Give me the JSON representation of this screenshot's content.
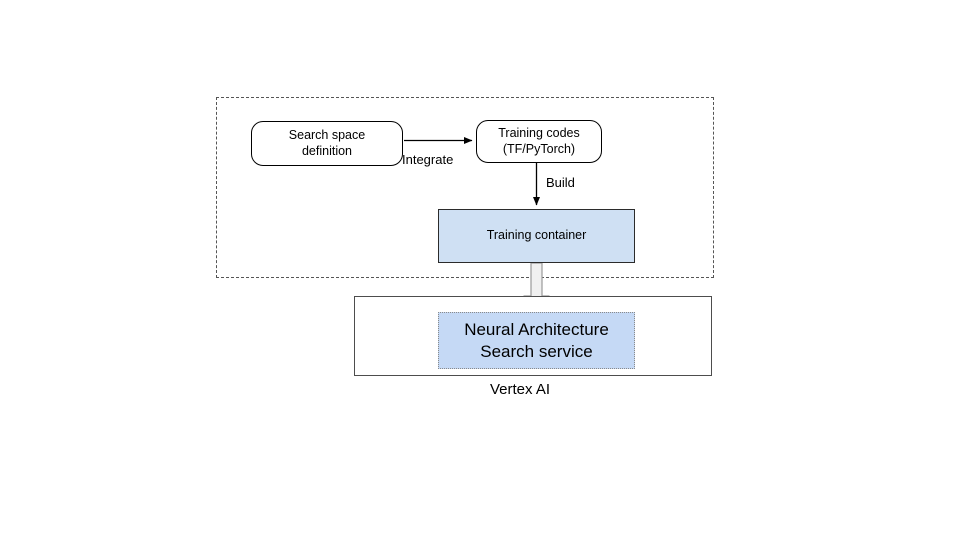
{
  "diagram": {
    "title": "Vertex AI Neural Architecture Search workflow",
    "group": {
      "name": "user-managed-group",
      "border_style": "dashed",
      "label": ""
    },
    "nodes": [
      {
        "id": "search-space",
        "label": "Search space\ndefinition",
        "shape": "rounded-rectangle",
        "fill": "#ffffff",
        "stroke": "#000000"
      },
      {
        "id": "training-codes",
        "label": "Training codes\n(TF/PyTorch)",
        "shape": "rounded-rectangle",
        "fill": "#ffffff",
        "stroke": "#000000"
      },
      {
        "id": "training-container",
        "label": "Training container",
        "shape": "rectangle",
        "fill": "#cfe0f3",
        "stroke": "#2b2b2b"
      },
      {
        "id": "vertex-ai",
        "label": "Vertex AI",
        "shape": "rectangle",
        "fill": "#ffffff",
        "stroke": "#4d4d4d"
      },
      {
        "id": "nas-service",
        "label": "Neural Architecture\nSearch service",
        "shape": "rectangle-dotted",
        "fill": "#c5d9f5",
        "stroke": "#8a8a8a"
      }
    ],
    "edges": [
      {
        "id": "integrate-edge",
        "from": "search-space",
        "to": "training-codes",
        "label": "Integrate",
        "style": "solid-thin-arrow",
        "color": "#000000"
      },
      {
        "id": "build-edge",
        "from": "training-codes",
        "to": "training-container",
        "label": "Build",
        "style": "solid-thin-arrow",
        "color": "#000000"
      },
      {
        "id": "deploy-edge",
        "from": "training-container",
        "to": "nas-service",
        "label": "",
        "style": "block-arrow",
        "color": "#808080"
      }
    ]
  },
  "labels": {
    "search_space": "Search space\ndefinition",
    "training_codes": "Training codes\n(TF/PyTorch)",
    "training_container": "Training container",
    "nas_service": "Neural Architecture\nSearch service",
    "vertex_ai": "Vertex AI",
    "integrate": "Integrate",
    "build": "Build"
  },
  "colors": {
    "container_blue": "#cfe0f3",
    "service_blue": "#c5d9f5",
    "dashed_gray": "#555555",
    "solid_gray": "#4d4d4d",
    "dotted_gray": "#8a8a8a",
    "arrow_black": "#000000",
    "block_arrow_gray": "#808080",
    "background": "#ffffff"
  }
}
